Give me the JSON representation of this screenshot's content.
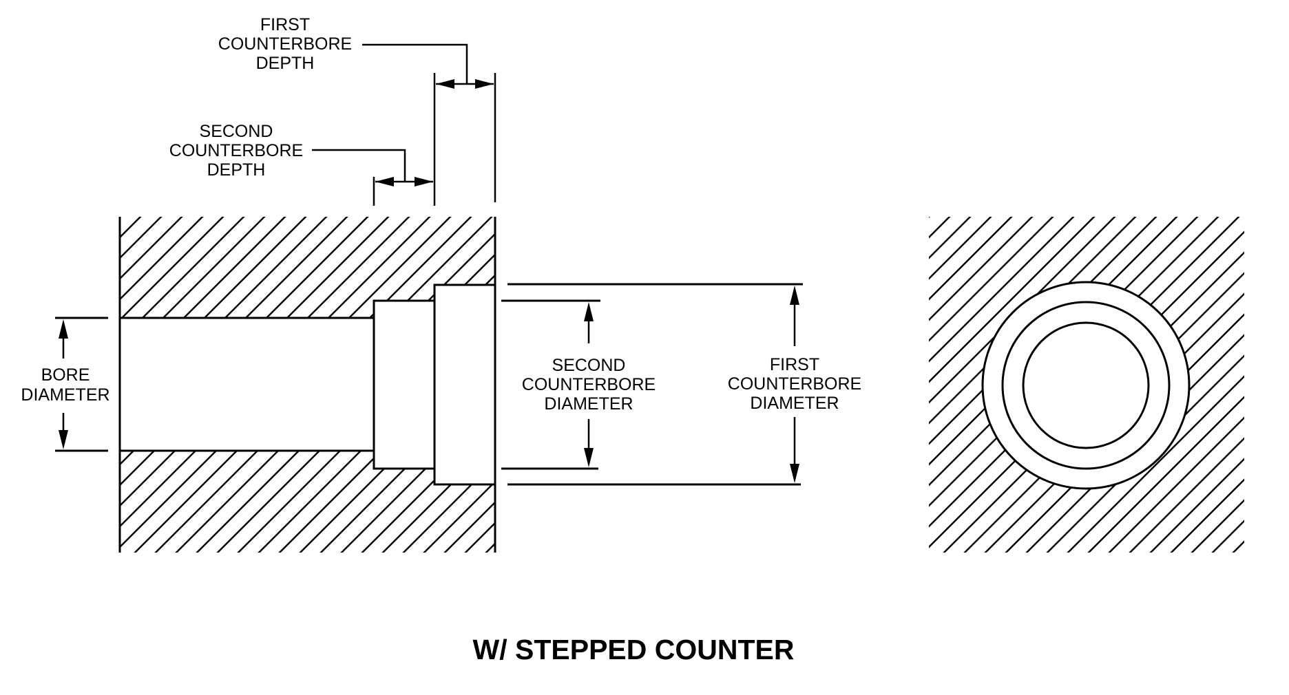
{
  "drawing": {
    "title": "W/ STEPPED COUNTER",
    "section_view": {
      "name": "side section view",
      "hatch_pattern": "diagonal 45 deg"
    },
    "end_view": {
      "name": "end view",
      "circles": [
        "first counterbore",
        "second counterbore",
        "bore"
      ]
    },
    "dimensions": {
      "first_counterbore_depth": [
        "FIRST",
        "COUNTERBORE",
        "DEPTH"
      ],
      "second_counterbore_depth": [
        "SECOND",
        "COUNTERBORE",
        "DEPTH"
      ],
      "bore_diameter": [
        "BORE",
        "DIAMETER"
      ],
      "second_counterbore_diameter": [
        "SECOND",
        "COUNTERBORE",
        "DIAMETER"
      ],
      "first_counterbore_diameter": [
        "FIRST",
        "COUNTERBORE",
        "DIAMETER"
      ]
    },
    "colors": {
      "ink": "#000000",
      "paper": "#ffffff"
    }
  }
}
